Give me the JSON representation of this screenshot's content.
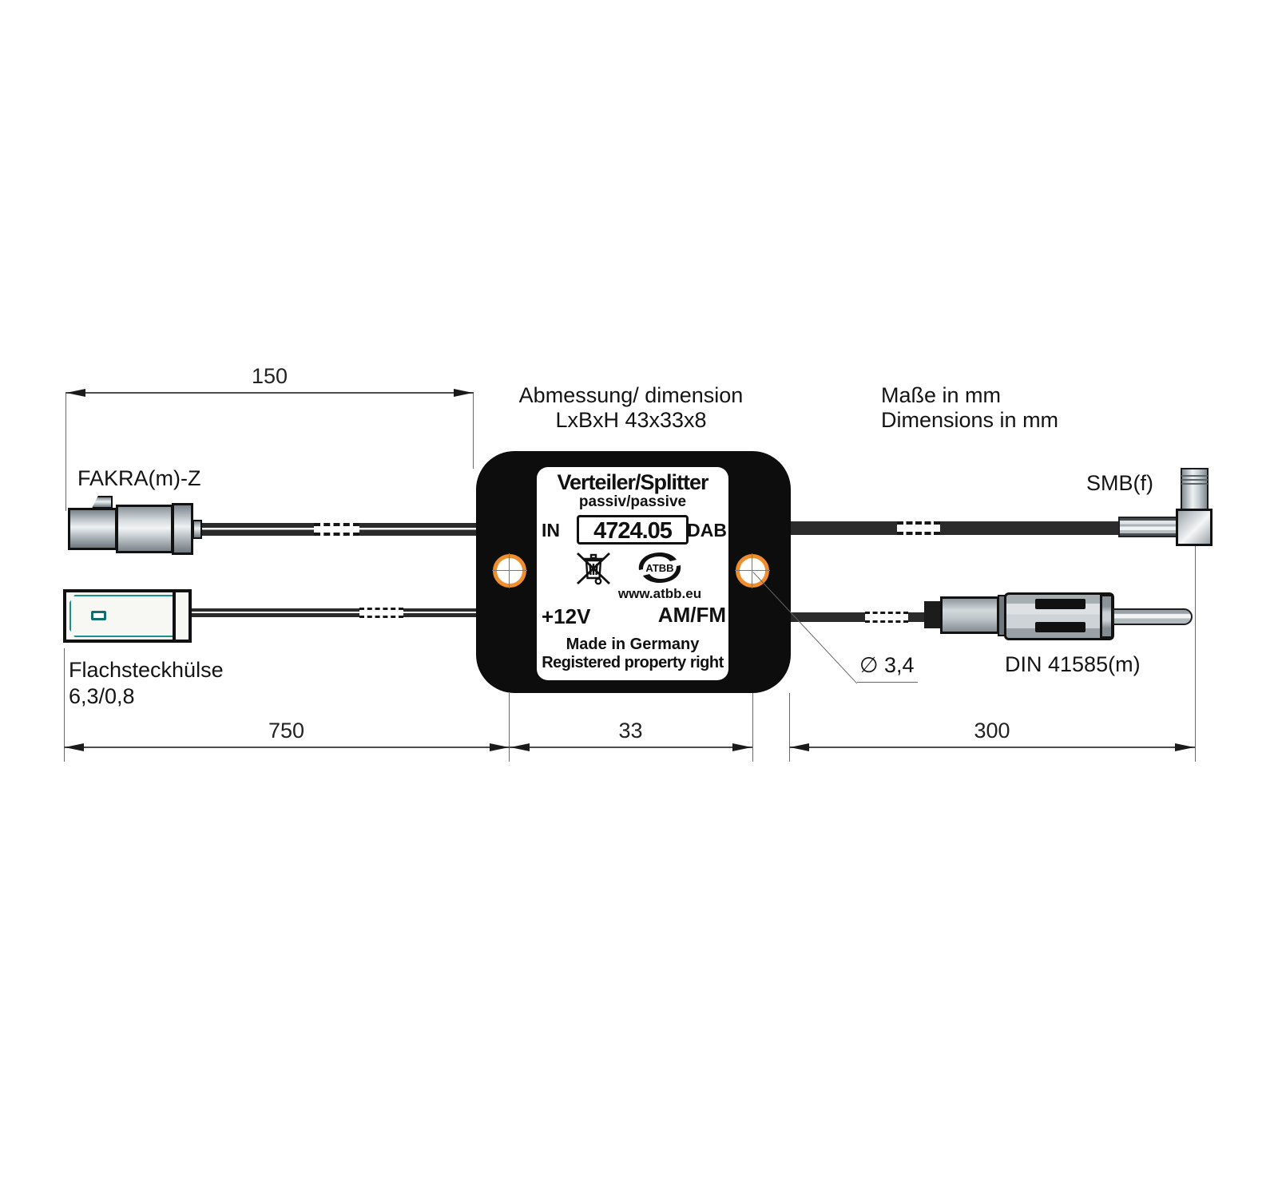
{
  "title_block": {
    "dimension_note_line1": "Abmessung/ dimension",
    "dimension_note_line2": "LxBxH 43x33x8",
    "units_note_line1": "Maße in mm",
    "units_note_line2": "Dimensions in mm"
  },
  "connectors": {
    "fakra_label": "FAKRA(m)-Z",
    "flat_label_line1": "Flachsteckhülse",
    "flat_label_line2": "6,3/0,8",
    "smb_label": "SMB(f)",
    "din_label": "DIN 41585(m)"
  },
  "device_label": {
    "title": "Verteiler/Splitter",
    "subtitle": "passiv/passive",
    "port_in": "IN",
    "model": "4724.05",
    "port_dab": "DAB",
    "power": "+12V",
    "port_amfm": "AM/FM",
    "brand": "ATBB",
    "website": "www.atbb.eu",
    "made_in": "Made in Germany",
    "rights": "Registered property right"
  },
  "dimensions": {
    "top_left": "150",
    "bottom_left": "750",
    "bottom_center": "33",
    "bottom_right": "300",
    "hole_diameter": "∅ 3,4"
  },
  "colors": {
    "hole_ring_orange": "#ef8e2f",
    "flat_connector_teal": "#1f8e8e",
    "cable_dark": "#2b2b2b",
    "device_black": "#0d0d0d"
  }
}
